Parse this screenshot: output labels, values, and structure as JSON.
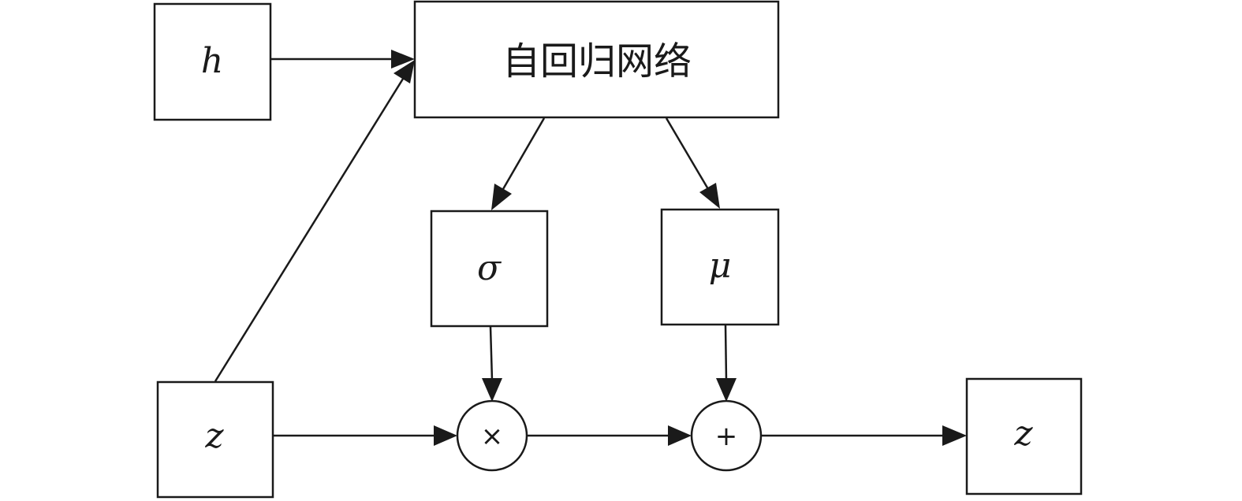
{
  "nodes": {
    "h": {
      "label": "h"
    },
    "autoregressive": {
      "label": "自回归网络"
    },
    "sigma": {
      "label": "σ"
    },
    "mu": {
      "label": "μ"
    },
    "z_in": {
      "label": "z"
    },
    "multiply": {
      "label": "×"
    },
    "add": {
      "label": "+"
    },
    "z_out": {
      "label": "z"
    }
  },
  "edges": [
    {
      "from": "h",
      "to": "autoregressive"
    },
    {
      "from": "z_in",
      "to": "autoregressive"
    },
    {
      "from": "autoregressive",
      "to": "sigma"
    },
    {
      "from": "autoregressive",
      "to": "mu"
    },
    {
      "from": "sigma",
      "to": "multiply"
    },
    {
      "from": "mu",
      "to": "add"
    },
    {
      "from": "z_in",
      "to": "multiply"
    },
    {
      "from": "multiply",
      "to": "add"
    },
    {
      "from": "add",
      "to": "z_out"
    }
  ]
}
